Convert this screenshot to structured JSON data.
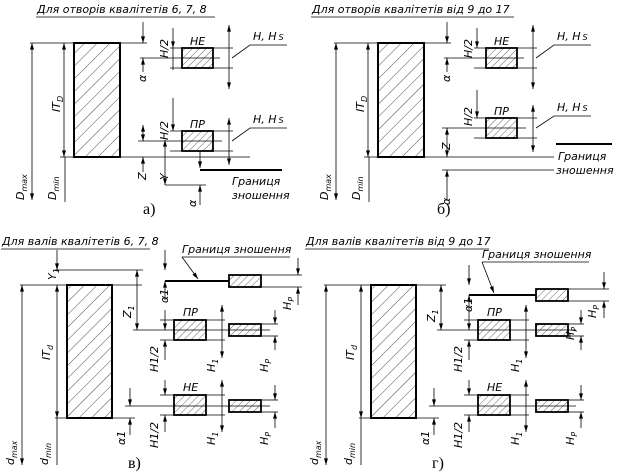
{
  "panels": [
    {
      "title": "Для отворів квалітетів 6, 7, 8",
      "caption": "а)",
      "gauge_ne": "НЕ",
      "gauge_pr": "ПР",
      "h_half": "H/2",
      "h_hs": "H, H",
      "h_hs_sub": "S",
      "alpha": "α",
      "z": "Z",
      "y": "Y",
      "wear_limit_1": "Границя",
      "wear_limit_2": "зношення",
      "it": "IT",
      "it_sub": "D",
      "max": "D",
      "max_sub": "max",
      "min": "D",
      "min_sub": "min"
    },
    {
      "title": "Для отворів квалітетів від 9 до 17",
      "caption": "б)",
      "gauge_ne": "НЕ",
      "gauge_pr": "ПР",
      "h_half": "H/2",
      "h_hs": "H, H",
      "h_hs_sub": "S",
      "alpha": "α",
      "z": "Z",
      "wear_limit_1": "Границя",
      "wear_limit_2": "зношення",
      "it": "IT",
      "it_sub": "D",
      "max": "D",
      "max_sub": "max",
      "min": "D",
      "min_sub": "min"
    },
    {
      "title": "Для валів квалітетів 6, 7, 8",
      "caption": "в)",
      "wear_limit": "Границя зношення",
      "gauge_ne": "НЕ",
      "gauge_pr": "ПР",
      "y1": "Y",
      "y1_sub": "1",
      "z1": "Z",
      "z1_sub": "1",
      "alpha1": "α1",
      "h1_half": "H1/2",
      "h1": "H",
      "h1_sub": "1",
      "hp": "H",
      "hp_sub": "P",
      "it": "IT",
      "it_sub": "d",
      "max": "d",
      "max_sub": "max",
      "min": "d",
      "min_sub": "min"
    },
    {
      "title": "Для валів квалітетів від 9 до 17",
      "caption": "г)",
      "wear_limit": "Границя зношення",
      "gauge_ne": "НЕ",
      "gauge_pr": "ПР",
      "z1": "Z",
      "z1_sub": "1",
      "alpha1": "α1",
      "h1_half": "H1/2",
      "h1": "H",
      "h1_sub": "1",
      "hp": "H",
      "hp_sub": "P",
      "it": "IT",
      "it_sub": "d",
      "max": "d",
      "max_sub": "max",
      "min": "d",
      "min_sub": "min"
    }
  ]
}
